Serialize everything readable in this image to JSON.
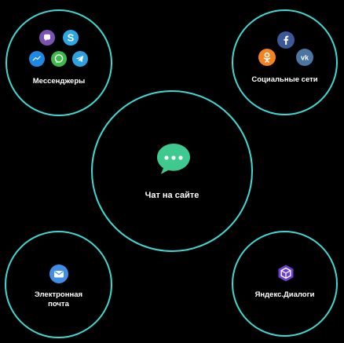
{
  "colors": {
    "background": "#000000",
    "ring": "#3fd9d2",
    "text": "#ffffff",
    "chat_bubble": "#3ec98e"
  },
  "nodes": {
    "messengers": {
      "label": "Мессенджеры",
      "icons": [
        "viber-icon",
        "skype-icon",
        "messenger-icon",
        "whatsapp-icon",
        "telegram-icon"
      ]
    },
    "social": {
      "label": "Социальные сети",
      "icons": [
        "facebook-icon",
        "odnoklassniki-icon",
        "vk-icon"
      ]
    },
    "chat": {
      "label": "Чат на сайте",
      "icons": [
        "chat-bubble-icon"
      ]
    },
    "email": {
      "label_line1": "Электронная",
      "label_line2": "почта",
      "icons": [
        "mail-icon"
      ]
    },
    "yandex": {
      "label": "Яндекс.Диалоги",
      "icons": [
        "yandex-dialogs-icon"
      ]
    }
  }
}
